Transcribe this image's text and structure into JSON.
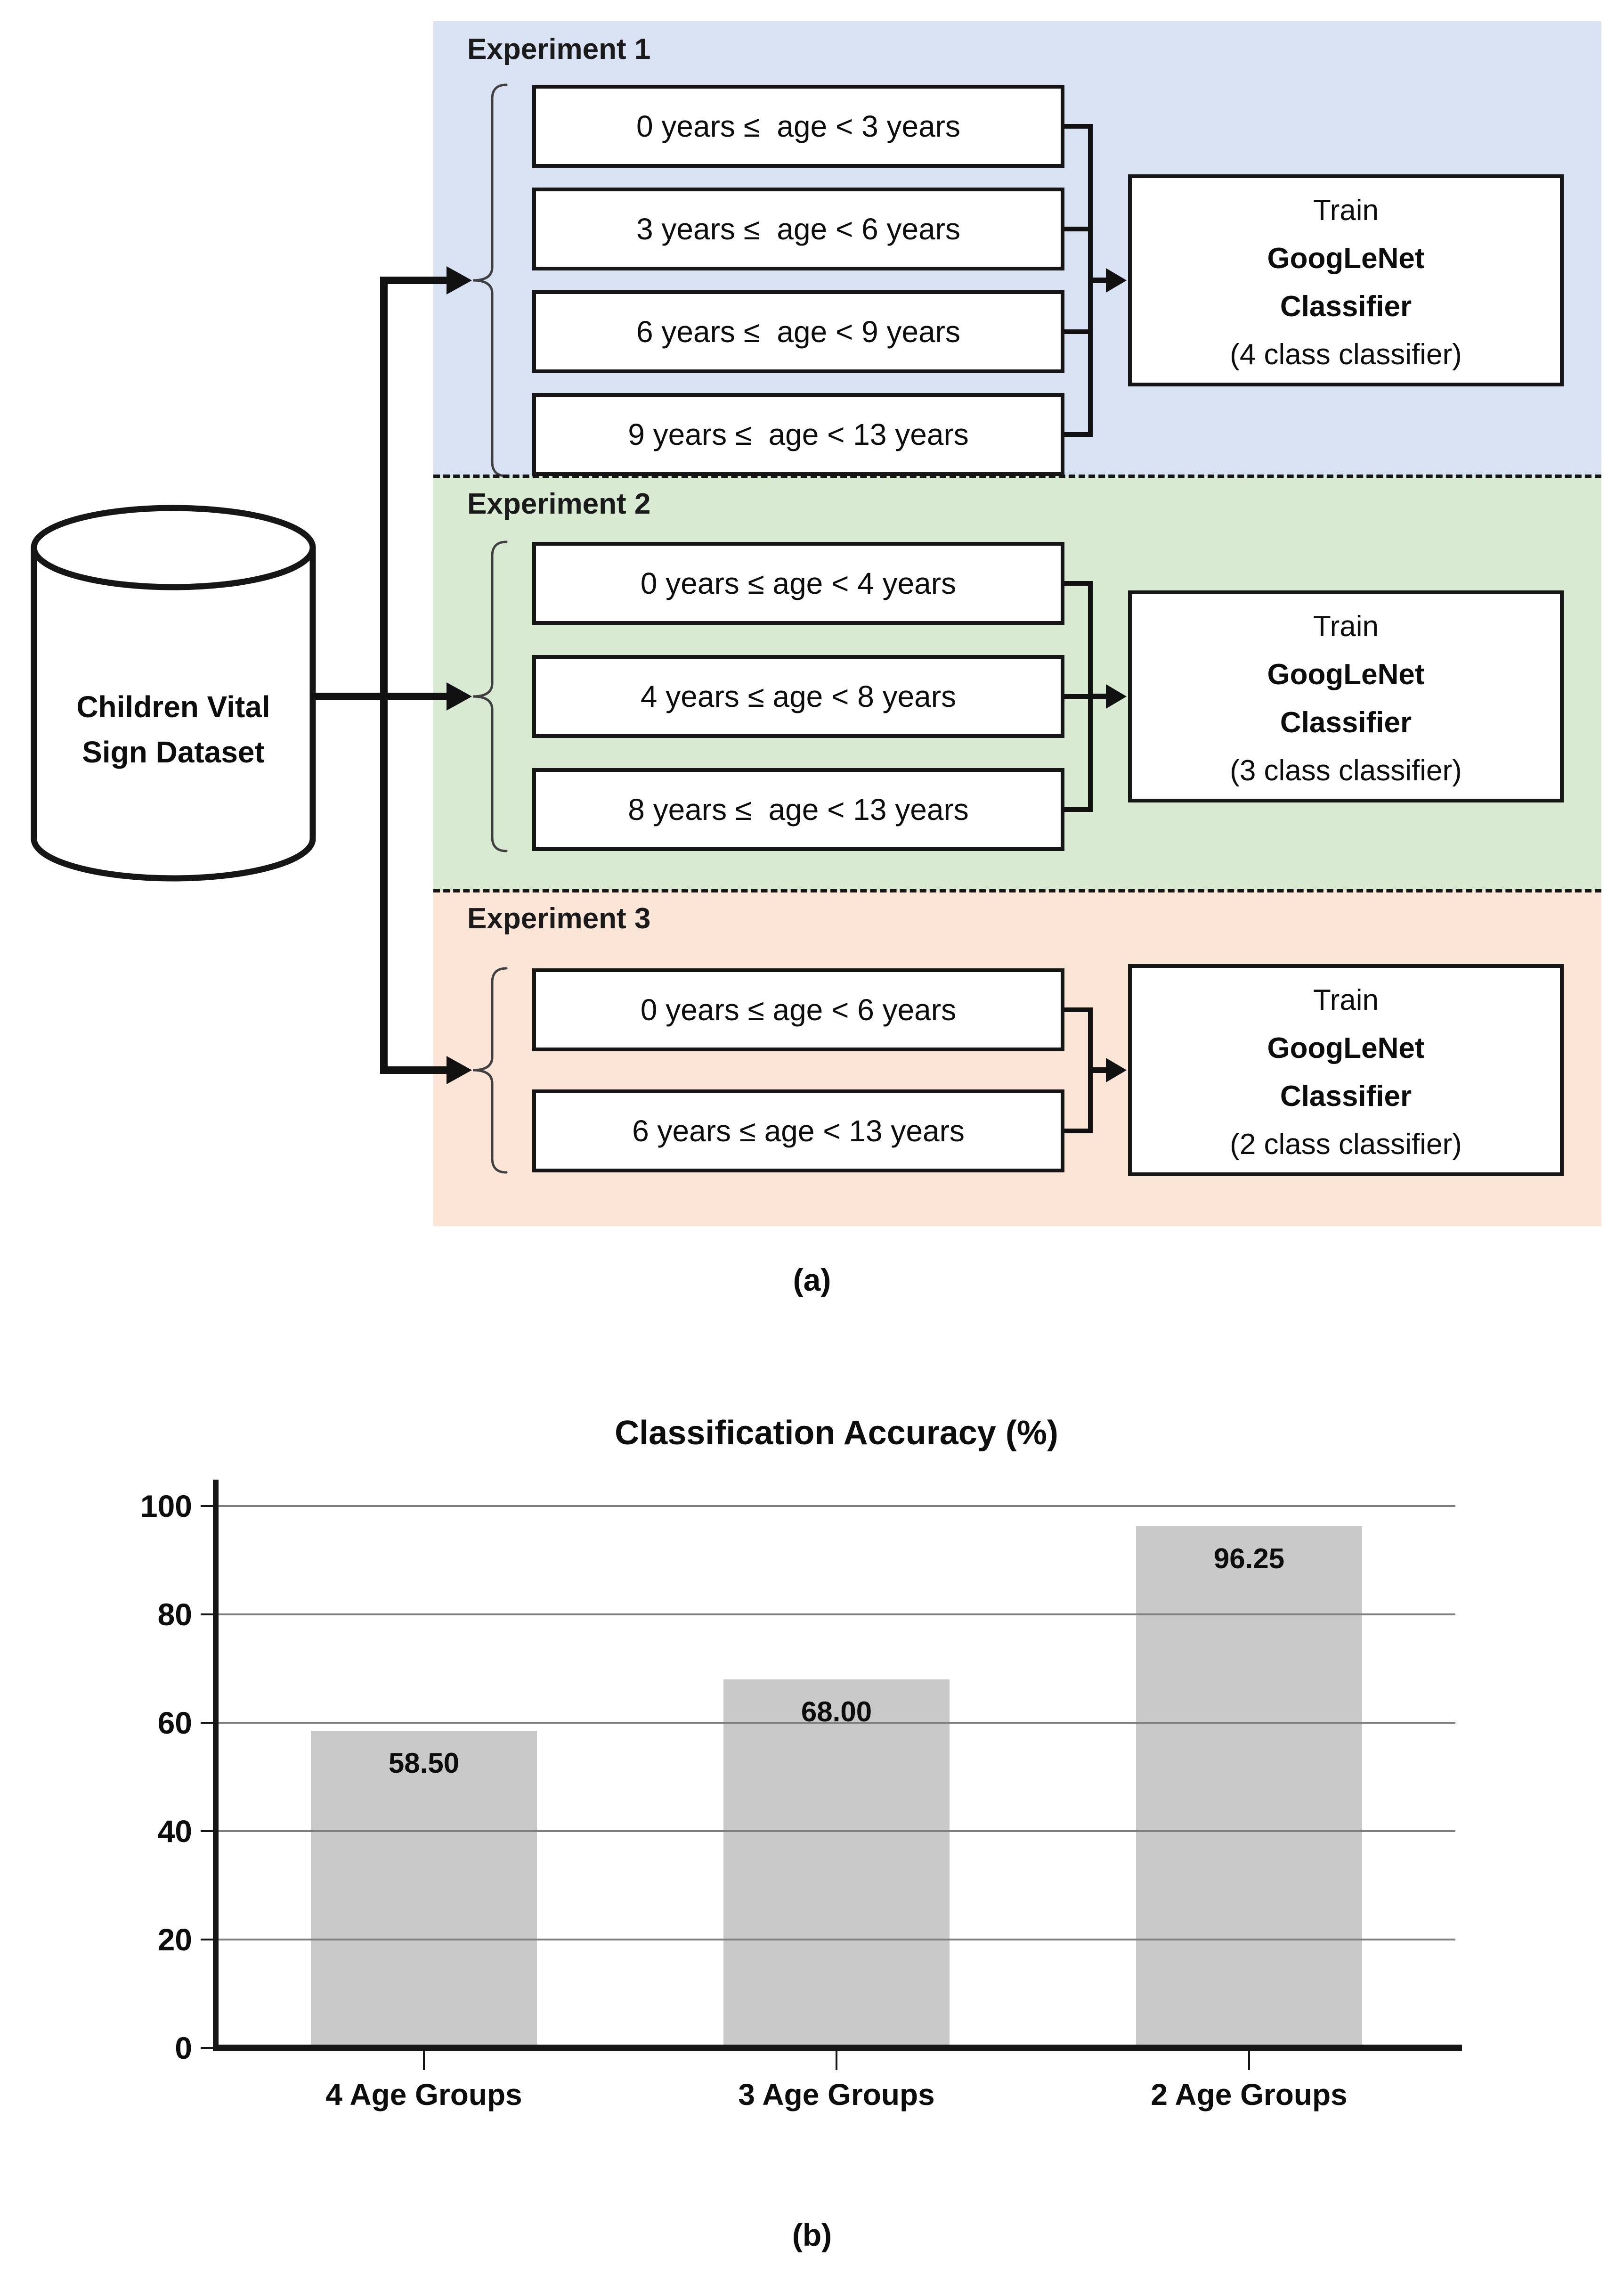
{
  "figure": {
    "caption_a": "(a)",
    "caption_b": "(b)"
  },
  "dataset": {
    "label": "Children Vital Sign Dataset"
  },
  "experiments": [
    {
      "title": "Experiment 1",
      "bg": "#d9e2f3",
      "age_groups": [
        "0 years ≤  age < 3 years",
        "3 years ≤  age < 6 years",
        "6 years ≤  age < 9 years",
        "9 years ≤  age < 13 years"
      ],
      "classifier": [
        "Train",
        "GoogLeNet",
        "Classifier",
        "(4 class classifier)"
      ]
    },
    {
      "title": "Experiment 2",
      "bg": "#d9ead3",
      "age_groups": [
        "0 years ≤ age < 4 years",
        "4 years ≤ age < 8 years",
        "8 years ≤  age < 13 years"
      ],
      "classifier": [
        "Train",
        "GoogLeNet",
        "Classifier",
        "(3 class classifier)"
      ]
    },
    {
      "title": "Experiment 3",
      "bg": "#fbe5d6",
      "age_groups": [
        "0 years ≤ age < 6 years",
        "6 years ≤ age < 13 years"
      ],
      "classifier": [
        "Train",
        "GoogLeNet",
        "Classifier",
        "(2 class classifier)"
      ]
    }
  ],
  "chart_data": {
    "type": "bar",
    "title": "Classification Accuracy (%)",
    "categories": [
      "4 Age Groups",
      "3 Age Groups",
      "2 Age Groups"
    ],
    "values": [
      58.5,
      68,
      96.25
    ],
    "value_labels": [
      "58.50",
      "68.00",
      "96.25"
    ],
    "yticks": [
      0,
      20,
      40,
      60,
      80,
      100
    ],
    "ylim": [
      0,
      100
    ],
    "grid": true,
    "legend": false,
    "bar_color": "#c9c9c9",
    "gridline_color": "#7f7f7f"
  }
}
